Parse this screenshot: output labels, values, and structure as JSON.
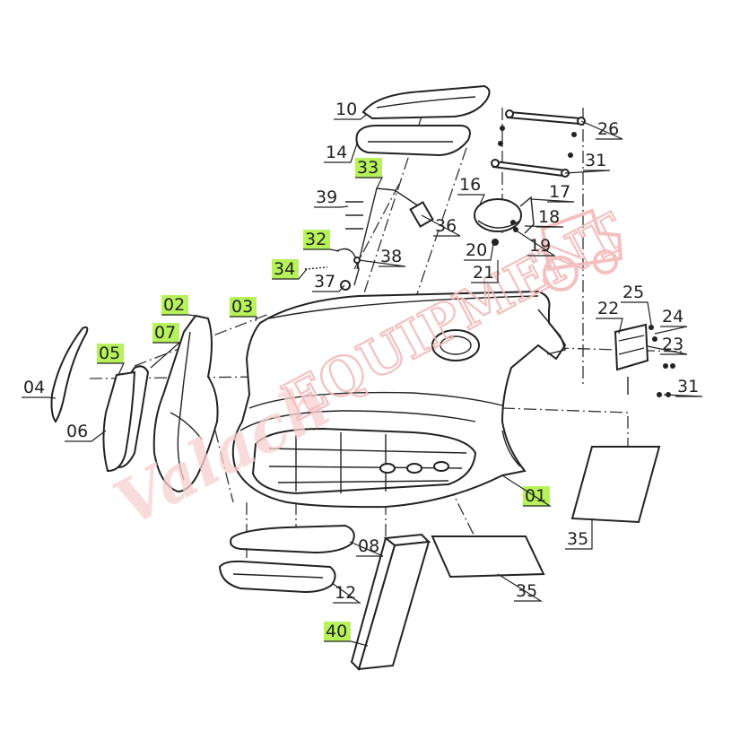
{
  "watermark": {
    "script_text": "Valach",
    "block_text": "EQUIPMENT",
    "color": "#f3b9b9"
  },
  "highlight_color": "#b7f25a",
  "callouts": [
    {
      "id": "c-10",
      "label": "10",
      "highlighted": false
    },
    {
      "id": "c-14",
      "label": "14",
      "highlighted": false
    },
    {
      "id": "c-33",
      "label": "33",
      "highlighted": true
    },
    {
      "id": "c-39",
      "label": "39",
      "highlighted": false
    },
    {
      "id": "c-36",
      "label": "36",
      "highlighted": false
    },
    {
      "id": "c-32",
      "label": "32",
      "highlighted": true
    },
    {
      "id": "c-38",
      "label": "38",
      "highlighted": false
    },
    {
      "id": "c-34",
      "label": "34",
      "highlighted": true
    },
    {
      "id": "c-37",
      "label": "37",
      "highlighted": false
    },
    {
      "id": "c-26",
      "label": "26",
      "highlighted": false
    },
    {
      "id": "c-31a",
      "label": "31",
      "highlighted": false
    },
    {
      "id": "c-16",
      "label": "16",
      "highlighted": false
    },
    {
      "id": "c-17",
      "label": "17",
      "highlighted": false
    },
    {
      "id": "c-18",
      "label": "18",
      "highlighted": false
    },
    {
      "id": "c-19",
      "label": "19",
      "highlighted": false
    },
    {
      "id": "c-20",
      "label": "20",
      "highlighted": false
    },
    {
      "id": "c-21",
      "label": "21",
      "highlighted": false
    },
    {
      "id": "c-02",
      "label": "02",
      "highlighted": true
    },
    {
      "id": "c-03",
      "label": "03",
      "highlighted": true
    },
    {
      "id": "c-07",
      "label": "07",
      "highlighted": true
    },
    {
      "id": "c-05",
      "label": "05",
      "highlighted": true
    },
    {
      "id": "c-04",
      "label": "04",
      "highlighted": false
    },
    {
      "id": "c-06",
      "label": "06",
      "highlighted": false
    },
    {
      "id": "c-22",
      "label": "22",
      "highlighted": false
    },
    {
      "id": "c-25",
      "label": "25",
      "highlighted": false
    },
    {
      "id": "c-24",
      "label": "24",
      "highlighted": false
    },
    {
      "id": "c-23",
      "label": "23",
      "highlighted": false
    },
    {
      "id": "c-31b",
      "label": "31",
      "highlighted": false
    },
    {
      "id": "c-01",
      "label": "01",
      "highlighted": true
    },
    {
      "id": "c-35a",
      "label": "35",
      "highlighted": false
    },
    {
      "id": "c-35b",
      "label": "35",
      "highlighted": false
    },
    {
      "id": "c-08",
      "label": "08",
      "highlighted": false
    },
    {
      "id": "c-12",
      "label": "12",
      "highlighted": false
    },
    {
      "id": "c-40",
      "label": "40",
      "highlighted": true
    }
  ]
}
